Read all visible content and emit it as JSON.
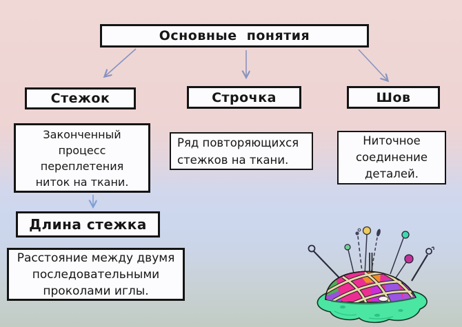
{
  "title": "Основные понятия",
  "concepts": {
    "stitch": {
      "label": "Стежок",
      "definition": "Законченный процесс переплетения ниток на ткани.",
      "definition_lines": [
        "Законченный",
        "процесс",
        "переплетения",
        "ниток на ткани."
      ]
    },
    "row": {
      "label": "Строчка",
      "definition": "Ряд повторяющихся стежков на ткани.",
      "definition_lines": [
        "Ряд повторяющихся",
        "стежков на ткани."
      ]
    },
    "seam": {
      "label": "Шов",
      "definition": "Ниточное соединение деталей.",
      "definition_lines": [
        "Ниточное",
        "соединение",
        "деталей."
      ]
    }
  },
  "sub_concept": {
    "label": "Длина стежка",
    "definition": "Расстояние между двумя последовательными проколами иглы.",
    "definition_lines": [
      "Расстояние между двумя",
      "последовательными",
      "проколами иглы."
    ]
  },
  "colors": {
    "background_top": "#eed5d3",
    "background_middle": "#ccd7ee",
    "background_bottom": "#c2ccc4",
    "box_background": "#fcfcfe",
    "box_border": "#141414",
    "arrow": "#8793c0",
    "sub_arrow": "#7f9fd6",
    "text": "#161616"
  },
  "illustration": {
    "name": "pincushion-with-pins",
    "description": "Patchwork pincushion with sewing pins and needles"
  }
}
